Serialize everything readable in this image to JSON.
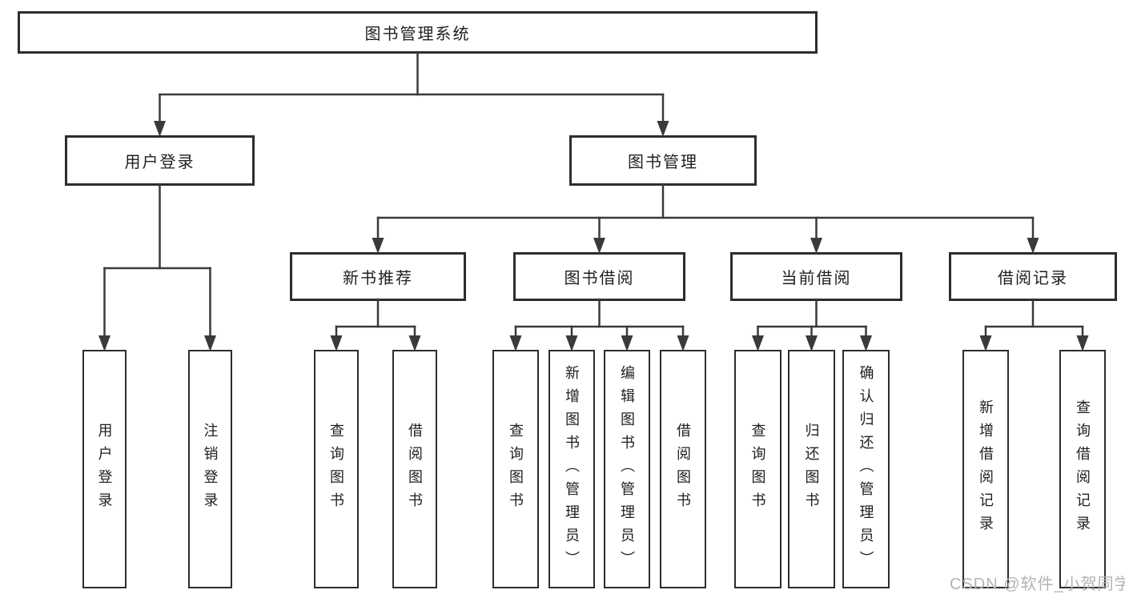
{
  "diagram": {
    "title": "图书管理系统",
    "nodes": [
      {
        "id": "root",
        "label": "图书管理系统"
      },
      {
        "id": "user-login",
        "label": "用户登录"
      },
      {
        "id": "book-management",
        "label": "图书管理"
      },
      {
        "id": "new-book-recommend",
        "label": "新书推荐"
      },
      {
        "id": "book-borrow",
        "label": "图书借阅"
      },
      {
        "id": "current-borrow",
        "label": "当前借阅"
      },
      {
        "id": "borrow-records",
        "label": "借阅记录"
      },
      {
        "id": "login-action",
        "label": "用户登录"
      },
      {
        "id": "logout-action",
        "label": "注销登录"
      },
      {
        "id": "query-books-recommend",
        "label": "查询图书"
      },
      {
        "id": "borrow-books-recommend",
        "label": "借阅图书"
      },
      {
        "id": "query-books-borrow",
        "label": "查询图书"
      },
      {
        "id": "add-books-admin",
        "label": "新增图书（管理员）"
      },
      {
        "id": "edit-books-admin",
        "label": "编辑图书（管理员）"
      },
      {
        "id": "borrow-books-action",
        "label": "借阅图书"
      },
      {
        "id": "query-books-current",
        "label": "查询图书"
      },
      {
        "id": "return-books",
        "label": "归还图书"
      },
      {
        "id": "confirm-return-admin",
        "label": "确认归还（管理员）"
      },
      {
        "id": "add-borrow-record",
        "label": "新增借阅记录"
      },
      {
        "id": "query-borrow-record",
        "label": "查询借阅记录"
      }
    ],
    "line_color": "#3a3a3a",
    "border_color": "#2d2d2d"
  },
  "watermark": {
    "text": "CSDN @软件_小贺同学"
  }
}
